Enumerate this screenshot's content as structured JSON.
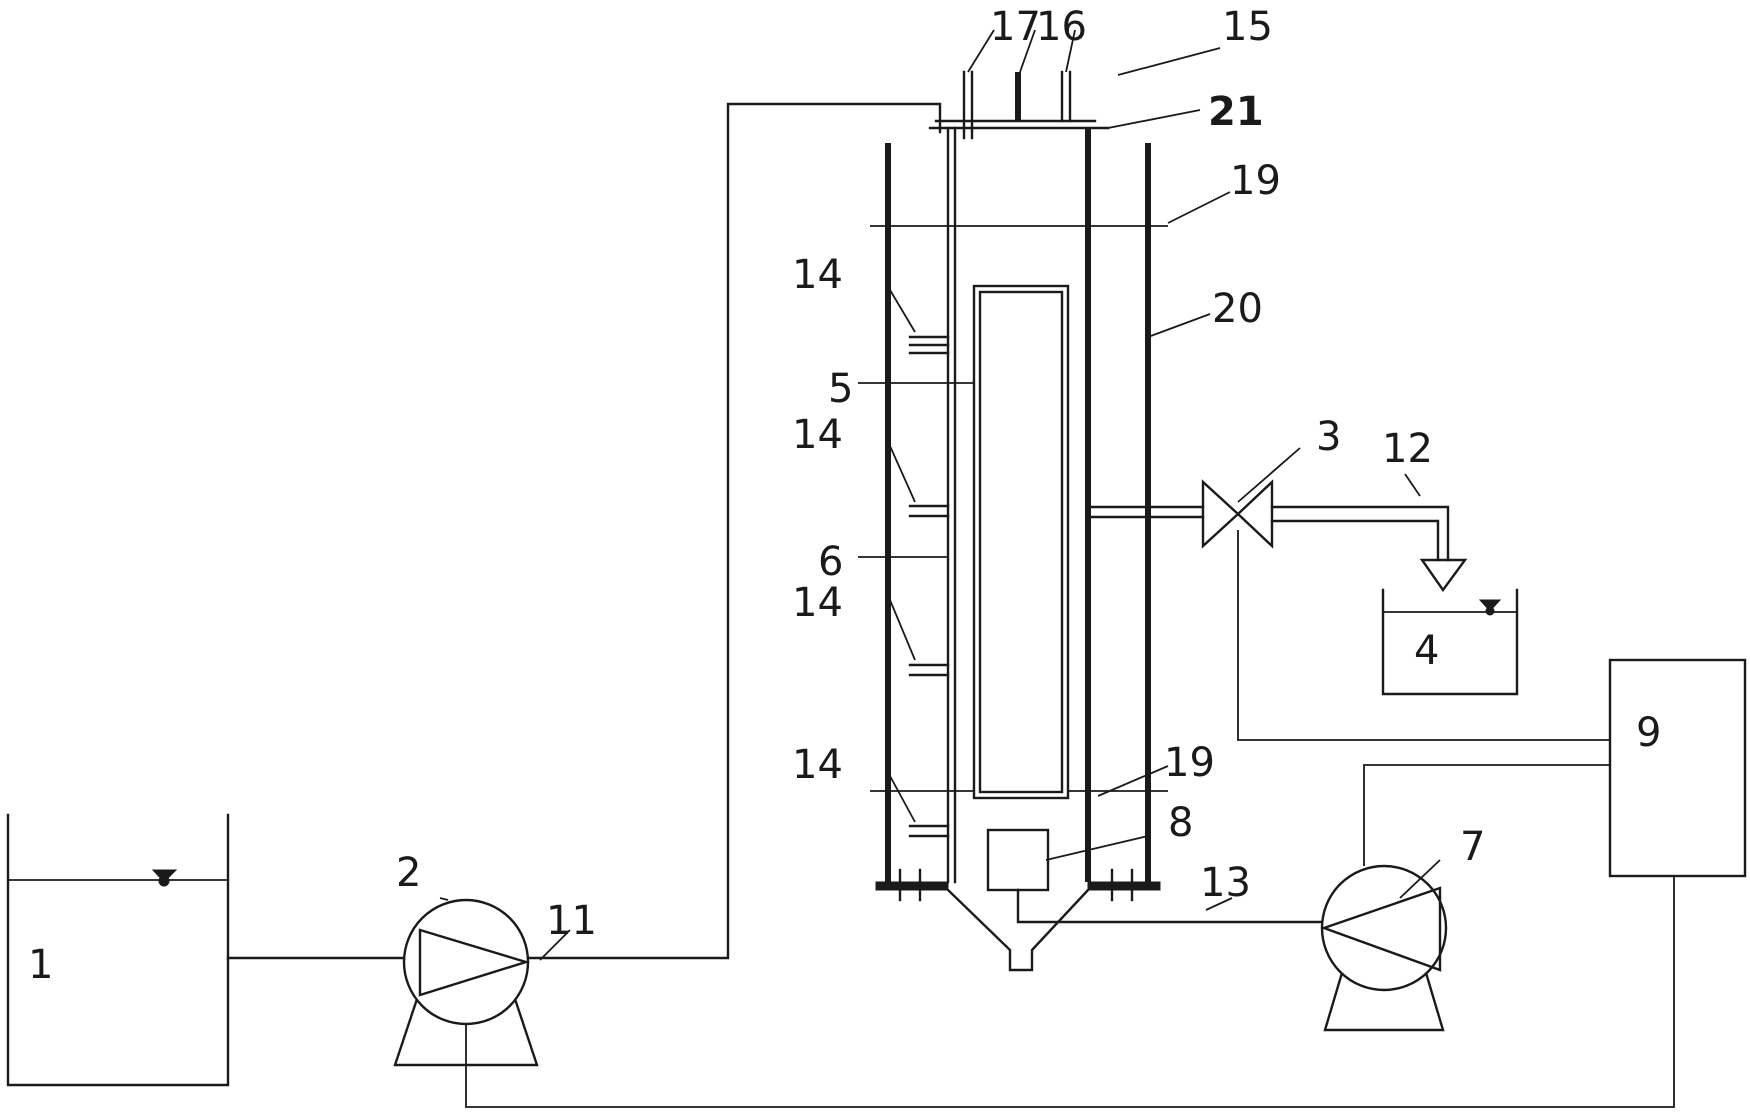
{
  "labels": {
    "l1": "1",
    "l2": "2",
    "l3": "3",
    "l4": "4",
    "l5": "5",
    "l6": "6",
    "l7": "7",
    "l8": "8",
    "l9": "9",
    "l11": "11",
    "l12": "12",
    "l13": "13",
    "l14a": "14",
    "l14b": "14",
    "l14c": "14",
    "l14d": "14",
    "l15": "15",
    "l16": "16",
    "l17": "17",
    "l19a": "19",
    "l19b": "19",
    "l20": "20",
    "l21": "21"
  },
  "colors": {
    "line": "#1a1a1a",
    "background": "#ffffff"
  }
}
